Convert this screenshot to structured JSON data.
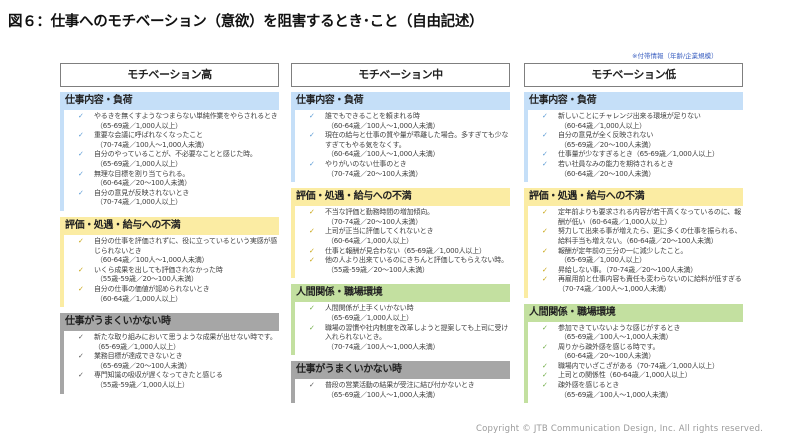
{
  "title": "図６：仕事へのモチベーション（意欲）を阻害するとき･こと（自由記述）",
  "note": "※付帯情報（年齢/企業規模）",
  "columns": [
    {
      "header": "モチベーション高",
      "sections": [
        {
          "title": "仕事内容・負荷",
          "color": "blue",
          "items": [
            {
              "text": "やるきを無くすようなつまらない単純作業をやらされるとき",
              "attr": "（65-69歳／1,000人以上）"
            },
            {
              "text": "重要な会議に呼ばれなくなったこと",
              "attr": "（70-74歳／100人～1,000人未満）"
            },
            {
              "text": "自分のやっていることが、不必要なことと感じた時。",
              "attr": "（65-69歳／1,000人以上）"
            },
            {
              "text": "無理な目標を割り当てられる。",
              "attr": "（60-64歳／20～100人未満）"
            },
            {
              "text": "自分の意見が反映されないとき",
              "attr": "（70-74歳／1,000人以上）"
            }
          ]
        },
        {
          "title": "評価・処遇・給与への不満",
          "color": "yellow",
          "items": [
            {
              "text": "自分の仕事を評価されずに、役に立っているという実感が感じられないとき",
              "attr": "（60-64歳／100人～1,000人未満）"
            },
            {
              "text": "いくら成果を出しても評価されなかった時",
              "attr": "（55歳-59歳／20～100人未満）"
            },
            {
              "text": "自分の仕事の価値が認められないとき",
              "attr": "（60-64歳／1,000人以上）"
            }
          ]
        },
        {
          "title": "仕事がうまくいかない時",
          "color": "gray",
          "items": [
            {
              "text": "新たな取り組みにおいて思うような成果が出せない時です。（65-69歳／1,000人以上）",
              "attr": ""
            },
            {
              "text": "業務目標が達成できないとき",
              "attr": "（65-69歳／20～100人未満）"
            },
            {
              "text": "専門知識の吸収が遅くなってきたと感じる",
              "attr": "（55歳-59歳／1,000人以上）"
            }
          ]
        }
      ]
    },
    {
      "header": "モチベーション中",
      "sections": [
        {
          "title": "仕事内容・負荷",
          "color": "blue",
          "items": [
            {
              "text": "誰でもできることを頼まれる時",
              "attr": "（60-64歳／100人～1,000人未満）"
            },
            {
              "text": "現在の給与と仕事の質や量が乖離した場合。多すぎても少なすぎてもやる気をなくす。",
              "attr": "（60-64歳／100人～1,000人未満）"
            },
            {
              "text": "やりがいのない仕事のとき",
              "attr": "（70-74歳／20～100人未満）"
            }
          ]
        },
        {
          "title": "評価・処遇・給与への不満",
          "color": "yellow",
          "items": [
            {
              "text": "不当な評価と勤務時間の増加傾向。",
              "attr": "（70-74歳／20～100人未満）"
            },
            {
              "text": "上司が正当に評価してくれないとき",
              "attr": "（60-64歳／1,000人以上）"
            },
            {
              "text": "仕事と報酬が見合わない（65-69歳／1,000人以上）",
              "attr": ""
            },
            {
              "text": "他の人より出来ているのにきちんと評価してもらえない時。",
              "attr": "（55歳-59歳／20～100人未満）"
            }
          ]
        },
        {
          "title": "人間関係・職場環境",
          "color": "green",
          "items": [
            {
              "text": "人間関係が上手くいかない時",
              "attr": "（65-69歳／1,000人以上）"
            },
            {
              "text": "職場の習慣や社内制度を改革しようと提案しても上司に受け入れられないとき。",
              "attr": "（70-74歳／100人～1,000人未満）"
            }
          ]
        },
        {
          "title": "仕事がうまくいかない時",
          "color": "gray",
          "items": [
            {
              "text": "普段の営業活動の結果が受注に結び付かないとき",
              "attr": "（65-69歳／100人～1,000人未満）"
            }
          ]
        }
      ]
    },
    {
      "header": "モチベーション低",
      "sections": [
        {
          "title": "仕事内容・負荷",
          "color": "blue",
          "items": [
            {
              "text": "新しいことにチャレンジ出来る環境が足りない",
              "attr": "（60-64歳／1,000人以上）"
            },
            {
              "text": "自分の意見が全く反映されない",
              "attr": "（65-69歳／20～100人未満）"
            },
            {
              "text": "仕事量が少なすぎるとき（65-69歳／1,000人以上）",
              "attr": ""
            },
            {
              "text": "若い社員なみの能力を期待されるとき",
              "attr": "（60-64歳／20～100人未満）"
            }
          ]
        },
        {
          "title": "評価・処遇・給与への不満",
          "color": "yellow",
          "items": [
            {
              "text": "定年前よりも要求される内容が若干高くなっているのに、報酬が低い（60-64歳／1,000人以上）",
              "attr": ""
            },
            {
              "text": "努力して出来る事が増えたら、更に多くの仕事を振られる、給料手当も増えない。（60-64歳／20～100人未満）",
              "attr": ""
            },
            {
              "text": "報酬が定年前の三分の一に減少したこと。",
              "attr": "（65-69歳／1,000人以上）"
            },
            {
              "text": "昇給しない事。（70-74歳／20～100人未満）",
              "attr": ""
            },
            {
              "text": "再雇用前と仕事内容も責任も変わらないのに給料が低すぎる（70-74歳／100人～1,000人未満）",
              "attr": ""
            }
          ]
        },
        {
          "title": "人間関係・職場環境",
          "color": "green",
          "items": [
            {
              "text": "参加できていないような感じがするとき",
              "attr": "（65-69歳／100人～1,000人未満）"
            },
            {
              "text": "周りから疎外感を感じる時です。",
              "attr": "（60-64歳／20～100人未満）"
            },
            {
              "text": "職場内でいざこざがある（70-74歳／1,000人以上）",
              "attr": ""
            },
            {
              "text": "上司との関係性（60-64歳／1,000人以上）",
              "attr": ""
            },
            {
              "text": "疎外感を感じるとき",
              "attr": "（65-69歳／100人～1,000人未満）"
            }
          ]
        }
      ]
    }
  ],
  "copyright": "Copyright © JTB Communication Design, Inc. All rights reserved.",
  "icons": {
    "check": "✓"
  }
}
